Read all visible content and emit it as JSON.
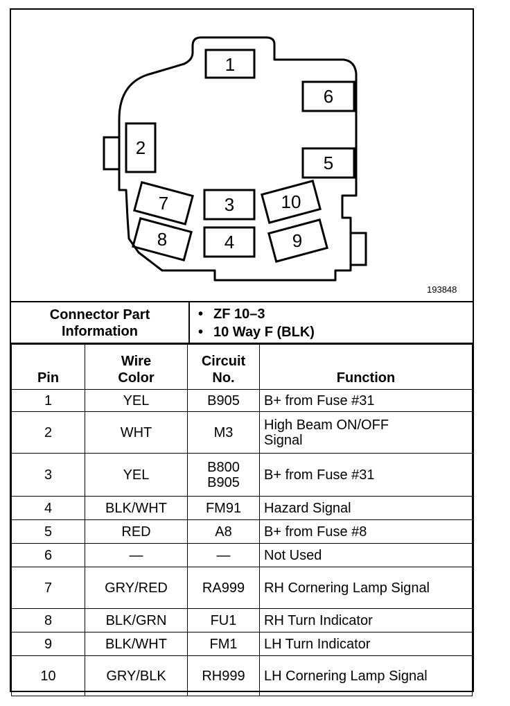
{
  "diagram": {
    "figure_number": "193848",
    "pins": [
      "1",
      "2",
      "3",
      "4",
      "5",
      "6",
      "7",
      "8",
      "9",
      "10"
    ]
  },
  "connector_info": {
    "label": "Connector Part Information",
    "items": [
      "ZF 10–3",
      "10 Way F (BLK)"
    ]
  },
  "table": {
    "headers": {
      "pin": "Pin",
      "wire_color": "Wire Color",
      "circuit_no": "Circuit No.",
      "function": "Function"
    },
    "rows": [
      {
        "pin": "1",
        "wire": "YEL",
        "circuit": "B905",
        "function": "B+ from Fuse #31"
      },
      {
        "pin": "2",
        "wire": "WHT",
        "circuit": "M3",
        "function": "High Beam ON/OFF Signal"
      },
      {
        "pin": "3",
        "wire": "YEL",
        "circuit": "B800 B905",
        "function": "B+ from Fuse #31"
      },
      {
        "pin": "4",
        "wire": "BLK/WHT",
        "circuit": "FM91",
        "function": "Hazard Signal"
      },
      {
        "pin": "5",
        "wire": "RED",
        "circuit": "A8",
        "function": "B+ from Fuse #8"
      },
      {
        "pin": "6",
        "wire": "—",
        "circuit": "—",
        "function": "Not Used"
      },
      {
        "pin": "7",
        "wire": "GRY/RED",
        "circuit": "RA999",
        "function": "RH Cornering Lamp Signal"
      },
      {
        "pin": "8",
        "wire": "BLK/GRN",
        "circuit": "FU1",
        "function": "RH Turn Indicator"
      },
      {
        "pin": "9",
        "wire": "BLK/WHT",
        "circuit": "FM1",
        "function": "LH Turn Indicator"
      },
      {
        "pin": "10",
        "wire": "GRY/BLK",
        "circuit": "RH999",
        "function": "LH Cornering Lamp Signal"
      }
    ]
  }
}
